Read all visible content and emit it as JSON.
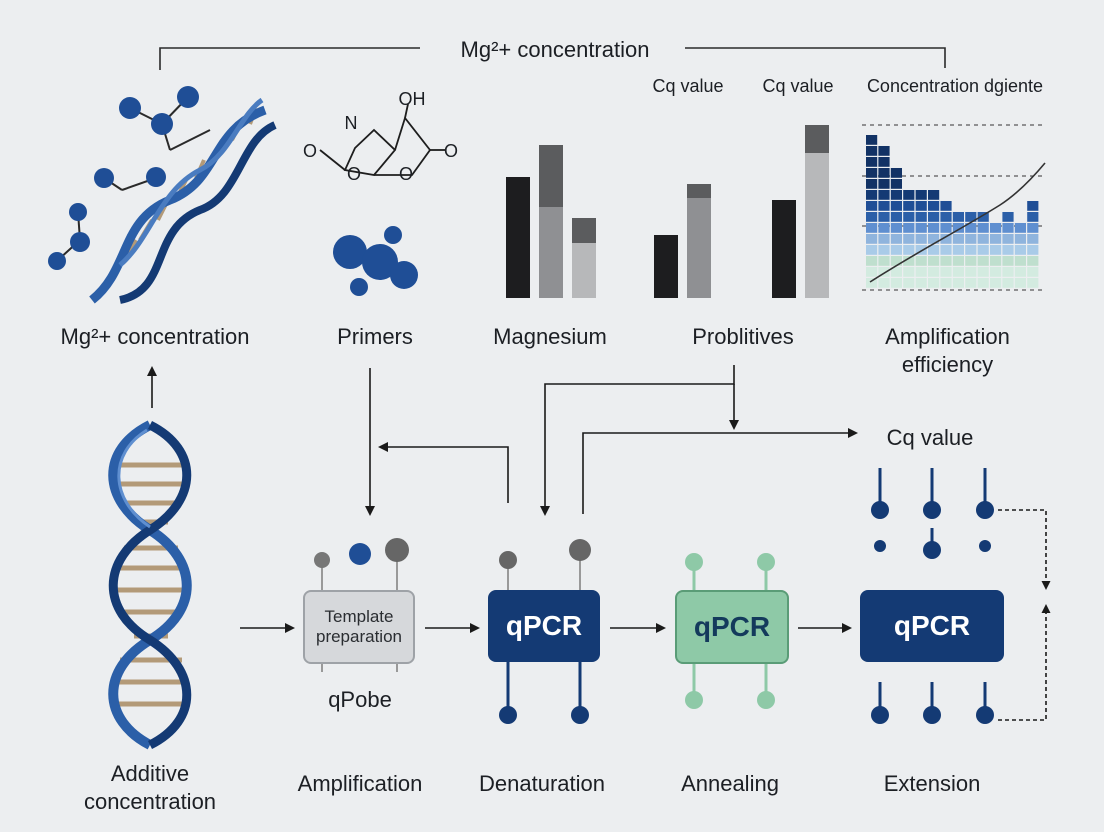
{
  "top_bracket_label": "Mg²+ concentration",
  "chart_headers": [
    "Cq value",
    "Cq value",
    "Concentration dgiente"
  ],
  "component_labels": [
    "Mg²+ concentration",
    "Primers",
    "Magnesium",
    "Problitives",
    "Amplification\nefficiency"
  ],
  "chem_labels": {
    "hydroxyl": "OH",
    "nitrogen": "N",
    "oxygen": "O"
  },
  "cq_value_label": "Cq value",
  "process_boxes": {
    "template": "Template\npreparation",
    "qpcr_1": "qPCR",
    "qpcr_2": "qPCR",
    "qpcr_3": "qPCR"
  },
  "probe_label": "qPobe",
  "stage_labels": {
    "additive": "Additive\nconcentration",
    "amplification": "Amplification",
    "denaturation": "Denaturation",
    "annealing": "Annealing",
    "extension": "Extension"
  },
  "colors": {
    "navy": "#143a74",
    "blue": "#2b5fa8",
    "light_blue": "#8fb4dd",
    "green": "#8ec9a7",
    "tan": "#b39a78",
    "bar_black": "#1d1d1f",
    "bar_gray": "#8f9093",
    "bar_light": "#b7b8ba"
  },
  "icons": [
    "dna-helix-icon",
    "molecule-icon",
    "chemical-structure-icon",
    "probe-pin-icon",
    "arrow-icon"
  ]
}
